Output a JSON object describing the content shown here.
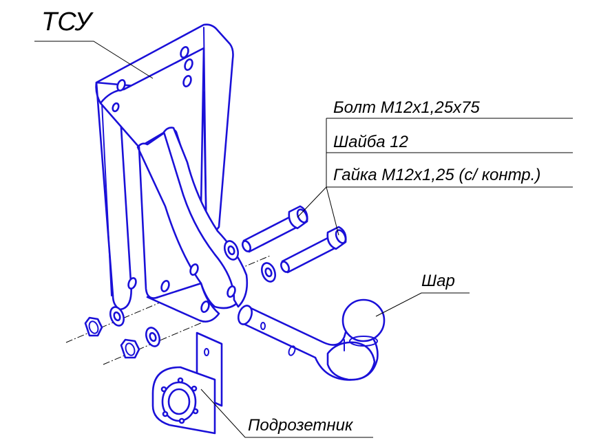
{
  "labels": {
    "tsu": "ТСУ",
    "bolt": "Болт М12х1,25х75",
    "washer": "Шайба 12",
    "nut": "Гайка М12х1,25 (с/ контр.)",
    "ball": "Шар",
    "socket_bracket": "Подрозетник"
  },
  "colors": {
    "line_art": "#1a10d8",
    "text": "#000000",
    "background": "#ffffff"
  }
}
